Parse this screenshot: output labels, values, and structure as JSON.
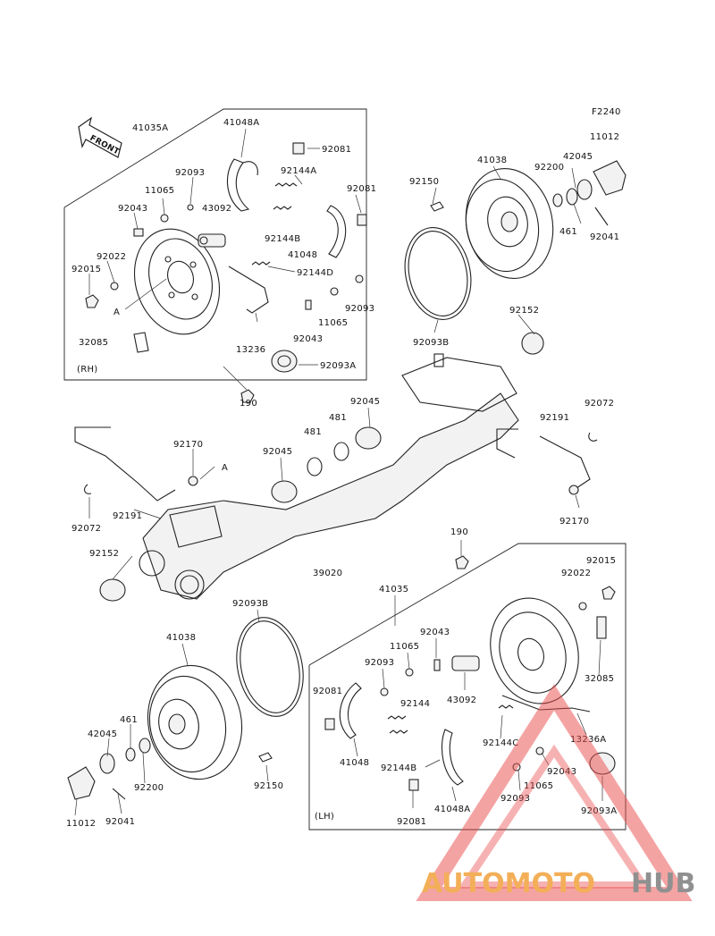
{
  "figure_code": "F2240",
  "front_label": "FRONT",
  "group_labels": {
    "rh": "(RH)",
    "lh": "(LH)"
  },
  "callouts": {
    "c41035A": "41035A",
    "c41048A_top": "41048A",
    "c92081_a": "92081",
    "c92093_a": "92093",
    "c11065_a": "11065",
    "c92144A": "92144A",
    "c92043_a": "92043",
    "c43092_a": "43092",
    "c92081_b": "92081",
    "c92022_a": "92022",
    "c92015_a": "92015",
    "c92144B_a": "92144B",
    "c41048_a": "41048",
    "cA_1": "A",
    "c92144D": "92144D",
    "c92093_b": "92093",
    "c11065_b": "11065",
    "c92043_b": "92043",
    "c32085_a": "32085",
    "c13236": "13236",
    "c92093A_a": "92093A",
    "c190_a": "190",
    "c41038_top": "41038",
    "c92150_a": "92150",
    "c92200_a": "92200",
    "c42045_a": "42045",
    "c11012_a": "11012",
    "c461_a": "461",
    "c92041_a": "92041",
    "c92093B_a": "92093B",
    "c92152_a": "92152",
    "c92072_a": "92072",
    "c92191_a": "92191",
    "c92045_a": "92045",
    "c481_a": "481",
    "c481_b": "481",
    "c92170_a": "92170",
    "c92045_b": "92045",
    "cA_2": "A",
    "c92170_b": "92170",
    "c92072_b": "92072",
    "c92191_b": "92191",
    "c92152_b": "92152",
    "c39020": "39020",
    "c190_b": "190",
    "c41035": "41035",
    "c92015_b": "92015",
    "c92022_b": "92022",
    "c92093B_b": "92093B",
    "c41038_b": "41038",
    "c92043_c": "92043",
    "c11065_c": "11065",
    "c92093_c": "92093",
    "c92081_c": "92081",
    "c43092_b": "43092",
    "c92144": "92144",
    "c32085_b": "32085",
    "c461_b": "461",
    "c42045_b": "42045",
    "c41048_b": "41048",
    "c92144C": "92144C",
    "c13236A": "13236A",
    "c92144B_b": "92144B",
    "c92043_d": "92043",
    "c11065_d": "11065",
    "c92200_b": "92200",
    "c92150_b": "92150",
    "c92093_d": "92093",
    "c92093A_b": "92093A",
    "c11012_b": "11012",
    "c92041_b": "92041",
    "c92081_d": "92081",
    "c41048A_b": "41048A"
  },
  "watermark": {
    "part1": "AUTOMOTO",
    "part2": "HUB",
    "color1": "#f2a23c",
    "color2": "#7d7d7d",
    "mark_color": "#e94b4b"
  }
}
